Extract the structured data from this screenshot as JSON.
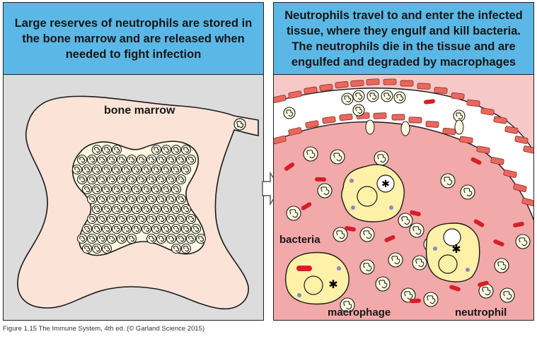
{
  "panels": {
    "left": {
      "banner": "Large reserves of neutrophils are stored in\nthe bone marrow and are released when\nneeded to fight infection",
      "label_bone_marrow": "bone marrow"
    },
    "right": {
      "banner": "Neutrophils travel to and enter the infected\ntissue, where they engulf and kill bacteria.\nThe neutrophils die in the tissue and are\nengulfed and degraded by macrophages",
      "label_bacteria": "bacteria",
      "label_macrophage": "macrophage",
      "label_neutrophil": "neutrophil"
    }
  },
  "caption": "Figure 1.15 The Immune System, 4th ed. (© Garland Science 2015)",
  "colors": {
    "banner": "#5bb8e6",
    "left_background": "#dcdcdc",
    "marrow": "#fbe3d8",
    "tissue": "#f7c8c8",
    "inflamed_tissue": "#f2a9a9",
    "neutrophil": "#fffbe3",
    "macrophage": "#fff1a8",
    "bacteria": "#d42027",
    "endothelium": "#e9685e"
  }
}
